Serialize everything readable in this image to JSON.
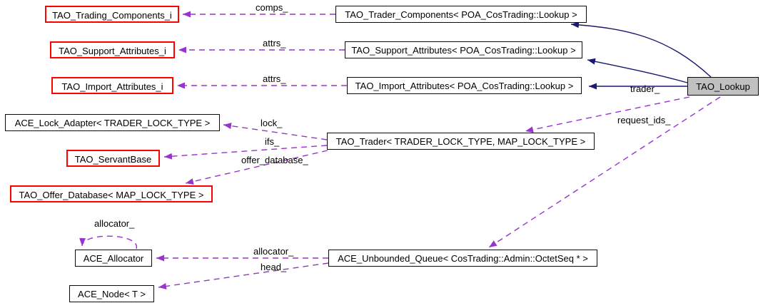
{
  "diagram": {
    "kind": "doxygen-collaboration-diagram",
    "focus_class": "TAO_Lookup",
    "colors": {
      "usage_edge": "#9a32cd",
      "inheritance_edge": "#191970",
      "undocumented_node_border": "#ff0000",
      "node_border": "#0a0a0a",
      "focus_node_fill": "#c0c0c0",
      "background": "#ffffff"
    },
    "nodes": {
      "trading_components_i": {
        "label": "TAO_Trading_Components_i"
      },
      "trader_components": {
        "label": "TAO_Trader_Components< POA_CosTrading::Lookup >"
      },
      "support_attributes_i": {
        "label": "TAO_Support_Attributes_i"
      },
      "support_attributes": {
        "label": "TAO_Support_Attributes< POA_CosTrading::Lookup >"
      },
      "import_attributes_i": {
        "label": "TAO_Import_Attributes_i"
      },
      "import_attributes": {
        "label": "TAO_Import_Attributes< POA_CosTrading::Lookup >"
      },
      "tao_lookup": {
        "label": "TAO_Lookup"
      },
      "ace_lock_adapter": {
        "label": "ACE_Lock_Adapter< TRADER_LOCK_TYPE >"
      },
      "tao_trader": {
        "label": "TAO_Trader< TRADER_LOCK_TYPE, MAP_LOCK_TYPE >"
      },
      "tao_servantbase": {
        "label": "TAO_ServantBase"
      },
      "tao_offer_database": {
        "label": "TAO_Offer_Database< MAP_LOCK_TYPE >"
      },
      "ace_allocator": {
        "label": "ACE_Allocator"
      },
      "ace_unbounded_queue": {
        "label": "ACE_Unbounded_Queue< CosTrading::Admin::OctetSeq * >"
      },
      "ace_node": {
        "label": "ACE_Node< T >"
      }
    },
    "edge_labels": {
      "comps": "comps_",
      "attrs_support": "attrs_",
      "attrs_import": "attrs_",
      "trader": "trader_",
      "request_ids": "request_ids_",
      "lock": "lock_",
      "ifs": "ifs_",
      "offer_database": "offer_database_",
      "allocator_self": "allocator_",
      "allocator": "allocator_",
      "head": "head_"
    }
  }
}
